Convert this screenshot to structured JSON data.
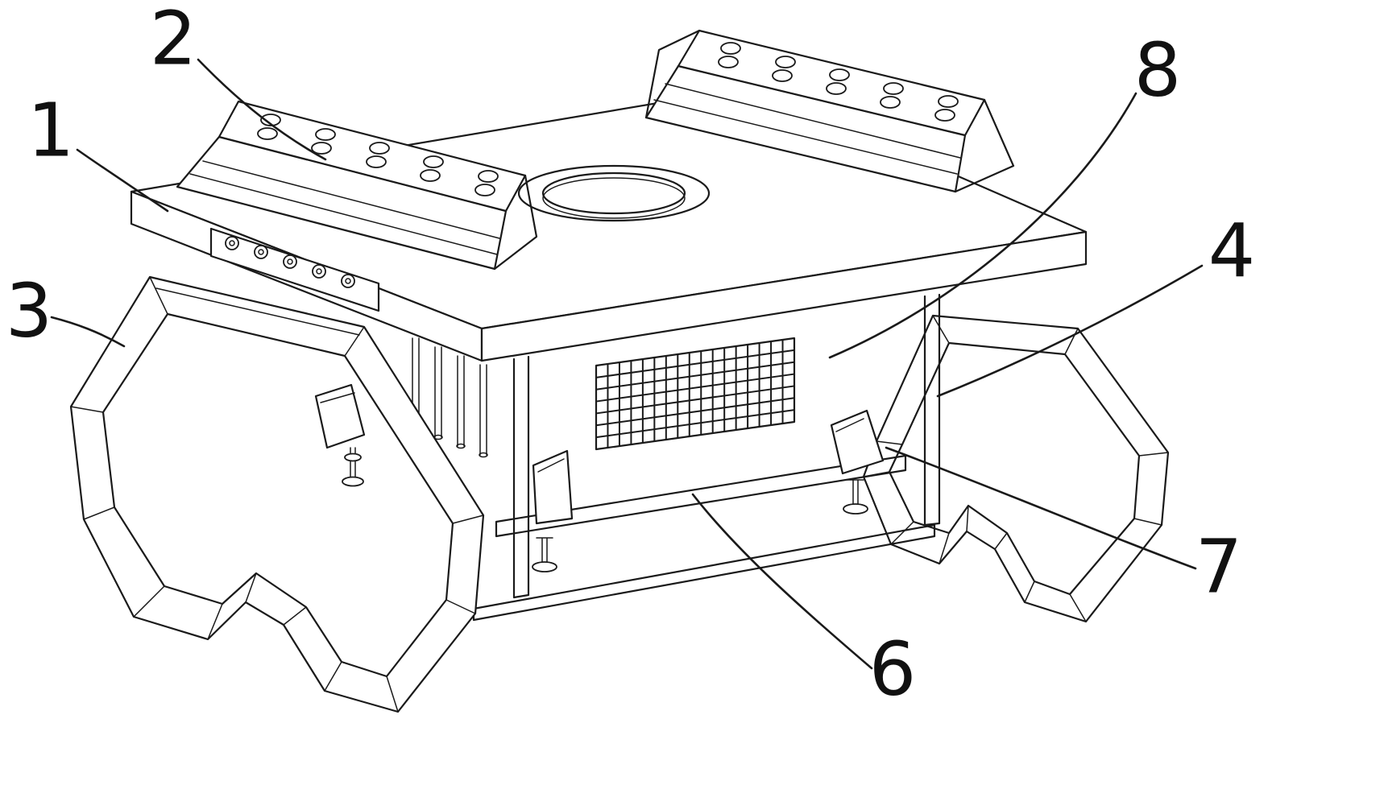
{
  "figure": {
    "type": "technical-line-drawing",
    "background_color": "#ffffff",
    "line_color": "#1a1a1a",
    "callouts": [
      {
        "id": "1",
        "label": "1"
      },
      {
        "id": "2",
        "label": "2"
      },
      {
        "id": "3",
        "label": "3"
      },
      {
        "id": "4",
        "label": "4"
      },
      {
        "id": "6",
        "label": "6"
      },
      {
        "id": "7",
        "label": "7"
      },
      {
        "id": "8",
        "label": "8"
      }
    ]
  }
}
